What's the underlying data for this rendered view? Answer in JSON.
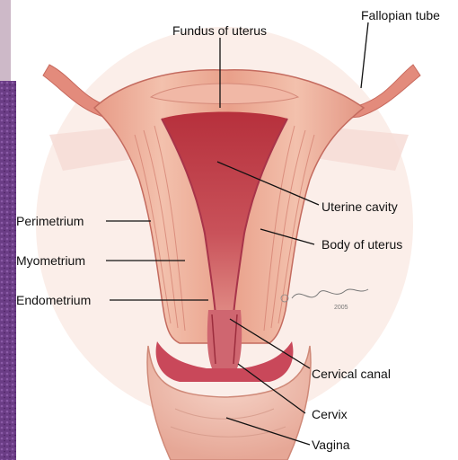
{
  "labels": {
    "fundus": "Fundus of uterus",
    "fallopian": "Fallopian tube",
    "cavity": "Uterine cavity",
    "perimetrium": "Perimetrium",
    "body": "Body of uterus",
    "myometrium": "Myometrium",
    "endometrium": "Endometrium",
    "cervical_canal": "Cervical canal",
    "cervix": "Cervix",
    "vagina": "Vagina"
  },
  "signature": {
    "name": "Farman",
    "year": "2005"
  },
  "colors": {
    "tissue_outer": "#e9a08a",
    "tissue_mid": "#d9786a",
    "cavity": "#9b1f2c",
    "background_purple": "#6b3d86",
    "lines": "#111111"
  }
}
